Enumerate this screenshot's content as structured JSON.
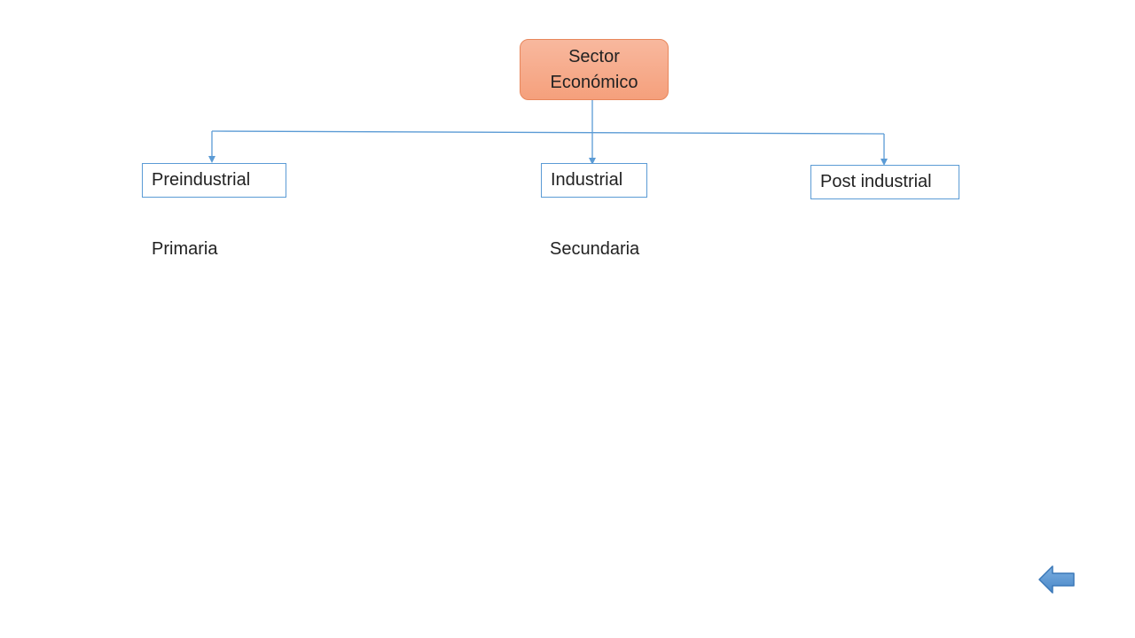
{
  "diagram": {
    "root": {
      "line1": "Sector",
      "line2": "Económico"
    },
    "children": [
      {
        "label": "Preindustrial"
      },
      {
        "label": "Industrial"
      },
      {
        "label": "Post industrial"
      }
    ],
    "sub_labels": [
      {
        "label": "Primaria"
      },
      {
        "label": "Secundaria"
      }
    ]
  },
  "navigation": {
    "back_icon": "left-arrow-icon"
  },
  "colors": {
    "root_fill": "#f5a07c",
    "root_border": "#e8875c",
    "box_border": "#5b9bd5",
    "connector": "#5b9bd5",
    "back_arrow_fill": "#5b9bd5"
  }
}
